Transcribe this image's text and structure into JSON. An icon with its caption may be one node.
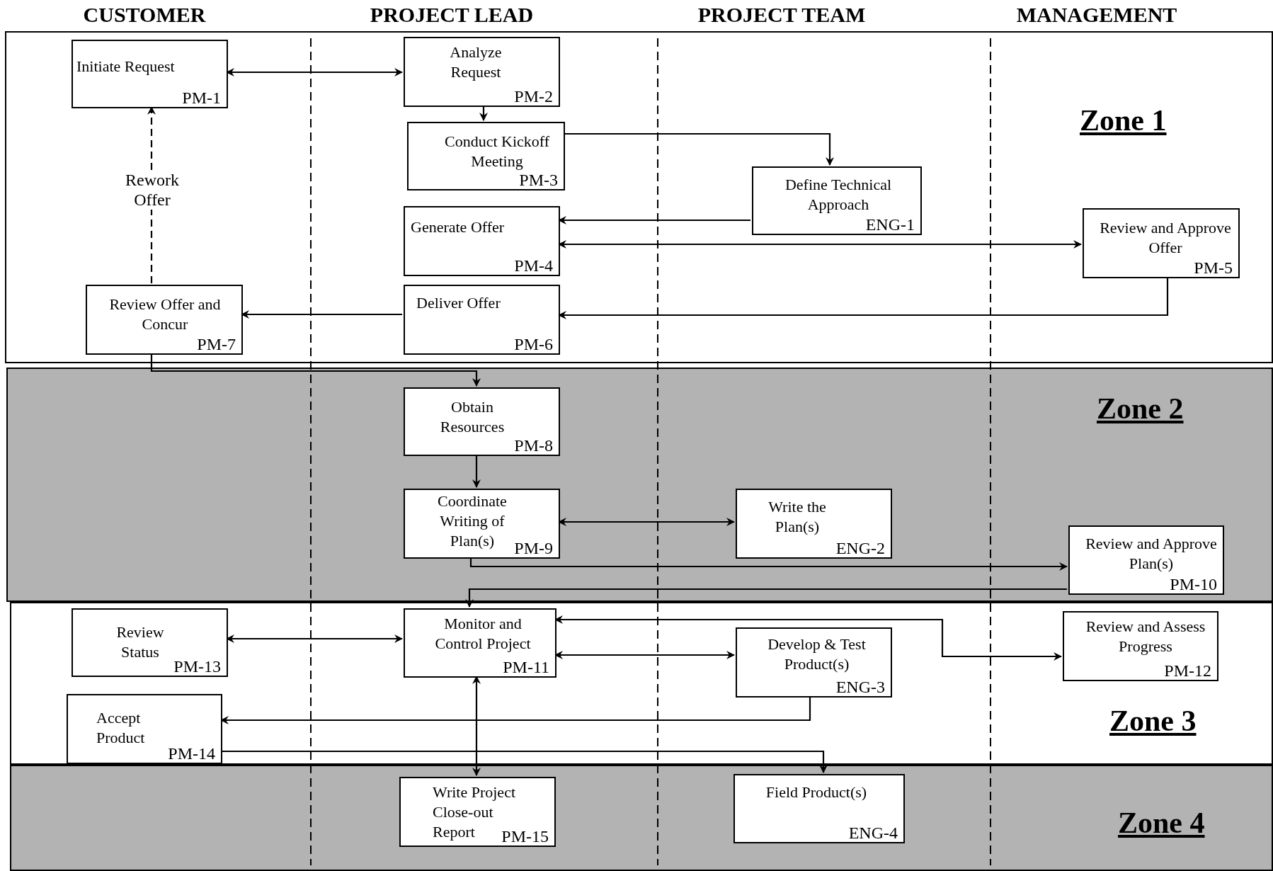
{
  "diagram": {
    "nodes": [
      {
        "text": [
          "Zone 1"
        ]
      },
      {
        "text": [
          "Zone 2"
        ]
      },
      {
        "text": [
          "Zone 3"
        ]
      },
      {
        "text": [
          "Zone 4"
        ]
      },
      {
        "text": [
          "Initiate Request",
          "PM-1"
        ],
        "in": 0
      },
      {
        "text": [
          "Analyze Request",
          "PM-2"
        ],
        "in": 0
      },
      {
        "text": [
          "Conduct Kickoff Meeting",
          "PM-3"
        ],
        "in": 0
      },
      {
        "text": [
          "Define Technical Approach",
          "ENG-1"
        ],
        "in": 0
      },
      {
        "text": [
          "Generate Offer",
          "PM-4"
        ],
        "in": 0
      },
      {
        "text": [
          "Review and Approve Offer",
          "PM-5"
        ],
        "in": 0
      },
      {
        "text": [
          "Review Offer and Concur",
          "PM-7"
        ],
        "in": 0
      },
      {
        "text": [
          "Deliver Offer",
          "PM-6"
        ],
        "in": 0
      },
      {
        "text": [
          "Obtain Resources",
          "PM-8"
        ],
        "in": 1
      },
      {
        "text": [
          "Coordinate Writing of Plan(s)",
          "PM-9"
        ],
        "in": 1
      },
      {
        "text": [
          "Write the Plan(s)",
          "ENG-2"
        ],
        "in": 1
      },
      {
        "text": [
          "Review and Approve Plan(s)",
          "PM-10"
        ],
        "in": 1
      },
      {
        "text": [
          "Review Status",
          "PM-13"
        ],
        "in": 2
      },
      {
        "text": [
          "Monitor and Control Project",
          "PM-11"
        ],
        "in": 2
      },
      {
        "text": [
          "Review and Assess Progress",
          "PM-12"
        ],
        "in": 2
      },
      {
        "text": [
          "Develop & Test Product(s)",
          "ENG-3"
        ],
        "in": 2
      },
      {
        "text": [
          "Accept Product",
          "PM-14"
        ],
        "in": 2
      },
      {
        "text": [
          "Write Project Close-out Report",
          "PM-15"
        ],
        "in": 3
      },
      {
        "text": [
          "Field Product(s)",
          "ENG-4"
        ],
        "in": 3
      }
    ],
    "edges": [
      {
        "from": 4,
        "to": 5,
        "arrow": "both"
      },
      {
        "from": 5,
        "to": 6,
        "arrow": "to"
      },
      {
        "from": 6,
        "to": 7,
        "arrow": "to"
      },
      {
        "from": 7,
        "to": 8,
        "arrow": "to"
      },
      {
        "from": 8,
        "to": 9,
        "arrow": "both"
      },
      {
        "from": 9,
        "to": 11,
        "arrow": "to"
      },
      {
        "from": 11,
        "to": 10,
        "arrow": "to"
      },
      {
        "from": 10,
        "to": 4,
        "arrow": "to",
        "label": "Rework Offer",
        "style": "dashed"
      },
      {
        "from": 10,
        "to": 12,
        "arrow": "to"
      },
      {
        "from": 12,
        "to": 13,
        "arrow": "to"
      },
      {
        "from": 13,
        "to": 14,
        "arrow": "both"
      },
      {
        "from": 13,
        "to": 15,
        "arrow": "to"
      },
      {
        "from": 15,
        "to": 17,
        "arrow": "to"
      },
      {
        "from": 16,
        "to": 17,
        "arrow": "both"
      },
      {
        "from": 17,
        "to": 19,
        "arrow": "both"
      },
      {
        "from": 17,
        "to": 18,
        "arrow": "both"
      },
      {
        "from": 19,
        "to": 20,
        "arrow": "to"
      },
      {
        "from": 20,
        "to": 22,
        "arrow": "to"
      },
      {
        "from": 17,
        "to": 21,
        "arrow": "both"
      }
    ],
    "labels": [
      "CUSTOMER",
      "PROJECT LEAD",
      "PROJECT TEAM",
      "MANAGEMENT"
    ]
  }
}
